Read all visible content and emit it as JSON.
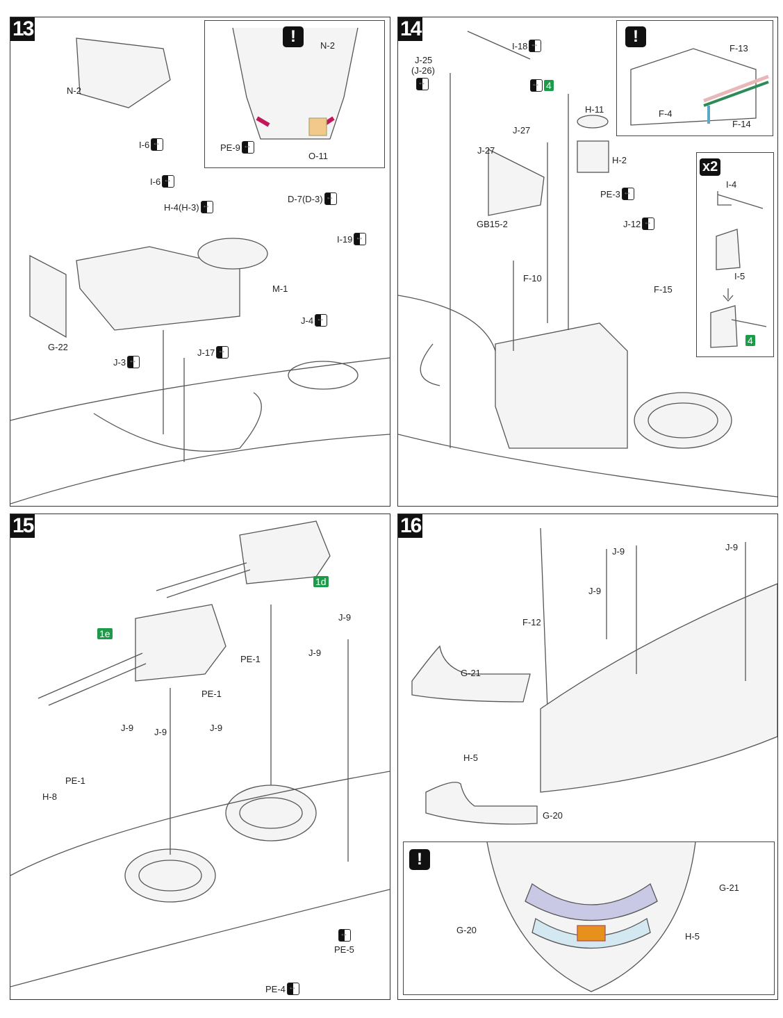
{
  "steps": [
    {
      "number": "13",
      "labels": [
        "N-2",
        "N-2",
        "PE-9",
        "O-11",
        "I-6",
        "I-6",
        "H-4(H-3)",
        "D-7(D-3)",
        "I-19",
        "M-1",
        "J-4",
        "G-22",
        "J-17",
        "J-3"
      ],
      "warning": "!"
    },
    {
      "number": "14",
      "labels": [
        "J-25",
        "(J-26)",
        "I-18",
        "4",
        "H-11",
        "J-27",
        "J-27",
        "H-2",
        "PE-3",
        "J-12",
        "GB15-2",
        "F-10",
        "F-15",
        "F-13",
        "F-4",
        "F-14",
        "x2",
        "I-4",
        "I-5",
        "4"
      ],
      "warning": "!"
    },
    {
      "number": "15",
      "labels": [
        "1d",
        "1e",
        "J-9",
        "J-9",
        "PE-1",
        "PE-1",
        "J-9",
        "J-9",
        "J-9",
        "PE-1",
        "H-8",
        "PE-5",
        "PE-4"
      ]
    },
    {
      "number": "16",
      "labels": [
        "J-9",
        "J-9",
        "J-9",
        "F-12",
        "G-21",
        "H-5",
        "G-20",
        "G-21",
        "G-20",
        "H-5"
      ],
      "warning": "!"
    }
  ],
  "icons": {
    "cement": "cement-icon",
    "warning": "warning-icon"
  },
  "colors": {
    "green_badge": "#1e9b48",
    "magenta": "#c2185b",
    "teal": "#5ba7c7",
    "lavender": "#c9c9e6",
    "orange": "#e8901c"
  }
}
